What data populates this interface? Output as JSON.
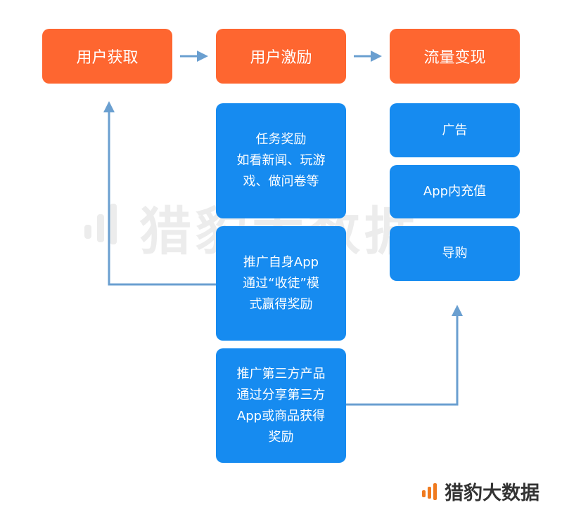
{
  "stages": [
    {
      "label": "用户获取"
    },
    {
      "label": "用户激励"
    },
    {
      "label": "流量变现"
    }
  ],
  "incentives": [
    {
      "label": "任务奖励\n如看新闻、玩游\n戏、做问卷等"
    },
    {
      "label": "推广自身App\n通过“收徒”模\n式赢得奖励"
    },
    {
      "label": "推广第三方产品\n通过分享第三方\nApp或商品获得\n奖励"
    }
  ],
  "monetization": [
    {
      "label": "广告"
    },
    {
      "label": "App内充值"
    },
    {
      "label": "导购"
    }
  ],
  "watermark": "猎豹大数据",
  "brand": "猎豹大数据",
  "colors": {
    "stage": "#FE6630",
    "detail": "#168BF0",
    "arrow": "#6A9FD0",
    "brand": "#F07A1E"
  }
}
